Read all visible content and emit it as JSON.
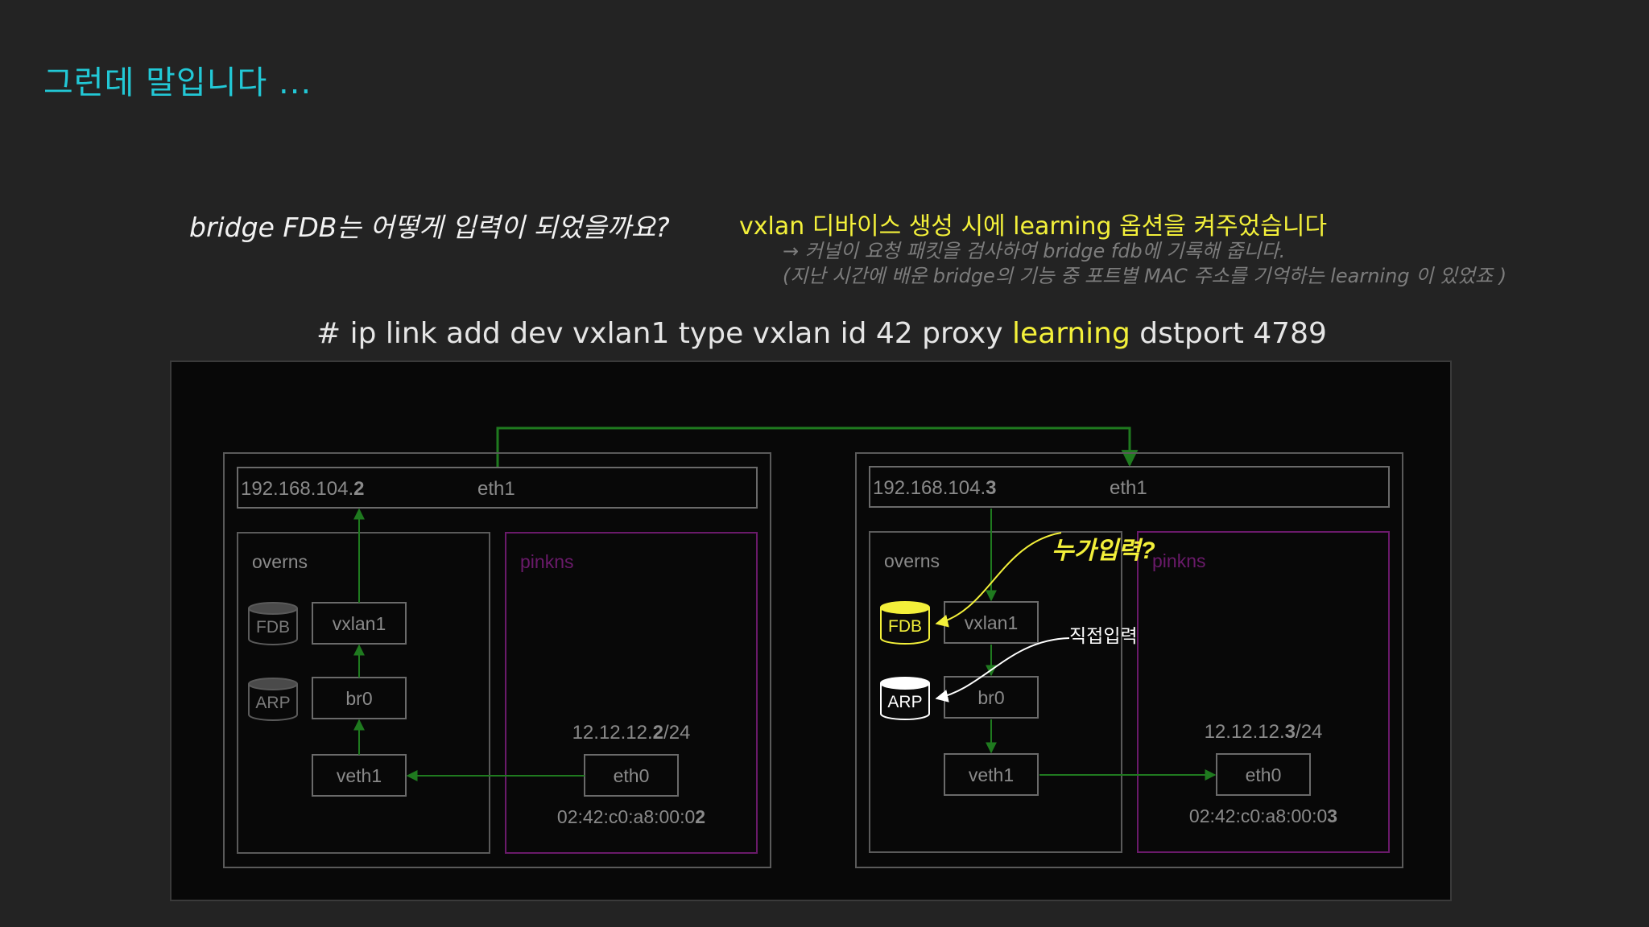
{
  "slide": {
    "title": "그런데 말입니다 ...",
    "question": "bridge FDB는 어떻게 입력이 되었을까요?",
    "answer": "vxlan 디바이스 생성 시에 learning 옵션을 켜주었습니다",
    "note1": "→ 커널이 요청 패킷을 검사하여 bridge fdb에 기록해 줍니다.",
    "note2": "(지난 시간에 배운 bridge의 기능 중 포트별 MAC 주소를 기억하는 learning 이 있었죠 )",
    "command_pre": "# ip link add dev vxlan1 type vxlan id 42 proxy ",
    "command_hl": "learning",
    "command_post": " dstport 4789"
  },
  "diagram": {
    "left_host": {
      "ip_prefix": "192.168.104.",
      "ip_suffix": "2",
      "eth1": "eth1",
      "overns": "overns",
      "pinkns": "pinkns",
      "fdb": "FDB",
      "arp": "ARP",
      "vxlan1": "vxlan1",
      "br0": "br0",
      "veth1": "veth1",
      "eth0": "eth0",
      "subnet_prefix": "12.12.12.",
      "subnet_suffix": "2",
      "subnet_mask": "/24",
      "mac_prefix": "02:42:c0:a8:00:0",
      "mac_suffix": "2"
    },
    "right_host": {
      "ip_prefix": "192.168.104.",
      "ip_suffix": "3",
      "eth1": "eth1",
      "overns": "overns",
      "pinkns": "pinkns",
      "fdb": "FDB",
      "arp": "ARP",
      "vxlan1": "vxlan1",
      "br0": "br0",
      "veth1": "veth1",
      "eth0": "eth0",
      "subnet_prefix": "12.12.12.",
      "subnet_suffix": "3",
      "subnet_mask": "/24",
      "mac_prefix": "02:42:c0:a8:00:0",
      "mac_suffix": "3"
    },
    "annotations": {
      "who_input": "누가입력?",
      "direct_input": "직접입력"
    },
    "colors": {
      "title": "#22c8d6",
      "highlight": "#f3f03a",
      "link": "#1f7a1f",
      "pink_ns": "#6a1a6a",
      "box_border": "#6a6a6a"
    }
  }
}
